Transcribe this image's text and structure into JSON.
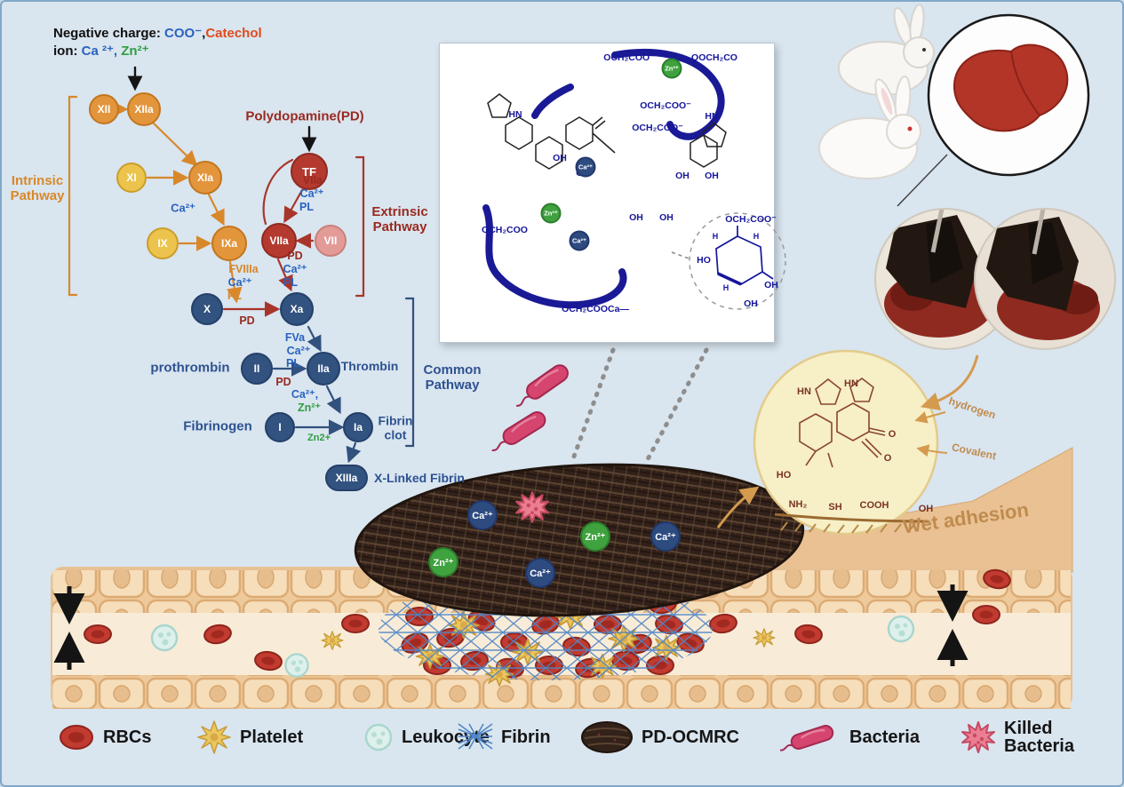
{
  "colors": {
    "background": "#d9e5ef",
    "intrinsic_orange": "#d8882a",
    "extrinsic_red": "#a8352a",
    "common_blue": "#2e5290",
    "ca_blue": "#2e4b80",
    "zn_green": "#3fa23f",
    "patch_brown": "#31211a",
    "bacteria_pink": "#d6456e"
  },
  "header": {
    "line1_prefix": "Negative charge: ",
    "coo": "COO⁻",
    "sep": ",",
    "catechol": "Catechol",
    "line2_prefix": "ion: ",
    "ca": "Ca ²⁺,",
    "zn": " Zn²⁺"
  },
  "cascade": {
    "polydopamine": "Polydopamine(PD)",
    "pathways": {
      "intrinsic": "Intrinsic\nPathway",
      "extrinsic": "Extrinsic\nPathway",
      "common": "Common\nPathway"
    },
    "nodes": {
      "xii": "XII",
      "xiia": "XIIa",
      "xi": "XI",
      "xia": "XIa",
      "ix": "IX",
      "ixa": "IXa",
      "tf": "TF",
      "viia": "VIIa",
      "vii": "VII",
      "x": "X",
      "xa": "Xa",
      "ii": "II",
      "iia": "IIa",
      "i": "I",
      "ia": "Ia",
      "xiiia": "XIIIa"
    },
    "cofactors": {
      "ca_xia": "Ca²⁺",
      "fviiia": "FVIIIa",
      "ca_ixa": "Ca²⁺",
      "pl_ixa": "PL",
      "viia": "VIIa",
      "ca_tf": "Ca²⁺",
      "pl_tf": "PL",
      "pd_viia": "PD",
      "ca_viia": "Ca²⁺",
      "pl_viia": "PL",
      "pd_x": "PD",
      "fva": "FVa",
      "ca_xa": "Ca²⁺",
      "pl_xa": "PL",
      "pd_ii": "PD",
      "ca_iia": "Ca²⁺,",
      "zn_iia": "Zn²⁺",
      "zn_i": "Zn2+"
    },
    "texts": {
      "prothrombin": "prothrombin",
      "thrombin": "Thrombin",
      "fibrinogen": "Fibrinogen",
      "fibrin_clot": "Fibrin\nclot",
      "x_linked": "X-Linked Fibrin"
    }
  },
  "chem_box": {
    "labels": [
      "OCH₂COO⁻",
      "OOCH₂CO",
      "OCH₂COO⁻",
      "OCH₂COO⁻",
      "HN",
      "HN",
      "OH",
      "OH",
      "OH",
      "OH",
      "OH",
      "OH",
      "OCH₂COO",
      "OCH₂COOCa—",
      "OCH₂COO⁻",
      "HO",
      "OH",
      "OH",
      "H",
      "H",
      "H"
    ],
    "ions": [
      {
        "t": "Zn²⁺"
      },
      {
        "t": "Ca²⁺"
      },
      {
        "t": "Zn²⁺"
      },
      {
        "t": "Ca²⁺"
      }
    ]
  },
  "adhesion_circle": {
    "hn1": "HN",
    "hn2": "HN",
    "o1": "O",
    "o2": "O",
    "ho": "HO",
    "nh2": "NH₂",
    "sh": "SH",
    "cooh": "COOH",
    "oh": "OH",
    "hydrogen": "hydrogen",
    "covalent": "Covalent"
  },
  "wet_adhesion": "Wet adhesion",
  "patch_ions": [
    {
      "t": "Ca²⁺",
      "type": "ca"
    },
    {
      "t": "Zn²⁺",
      "type": "zn"
    },
    {
      "t": "Ca²⁺",
      "type": "ca"
    },
    {
      "t": "Zn²⁺",
      "type": "zn"
    },
    {
      "t": "Ca²⁺",
      "type": "ca"
    }
  ],
  "legend": {
    "items": [
      {
        "label": "RBCs"
      },
      {
        "label": "Platelet"
      },
      {
        "label": "Leukocyte"
      },
      {
        "label": "Fibrin"
      },
      {
        "label": "PD-OCMRC"
      },
      {
        "label": "Bacteria"
      },
      {
        "label": "Killed\nBacteria"
      }
    ]
  }
}
